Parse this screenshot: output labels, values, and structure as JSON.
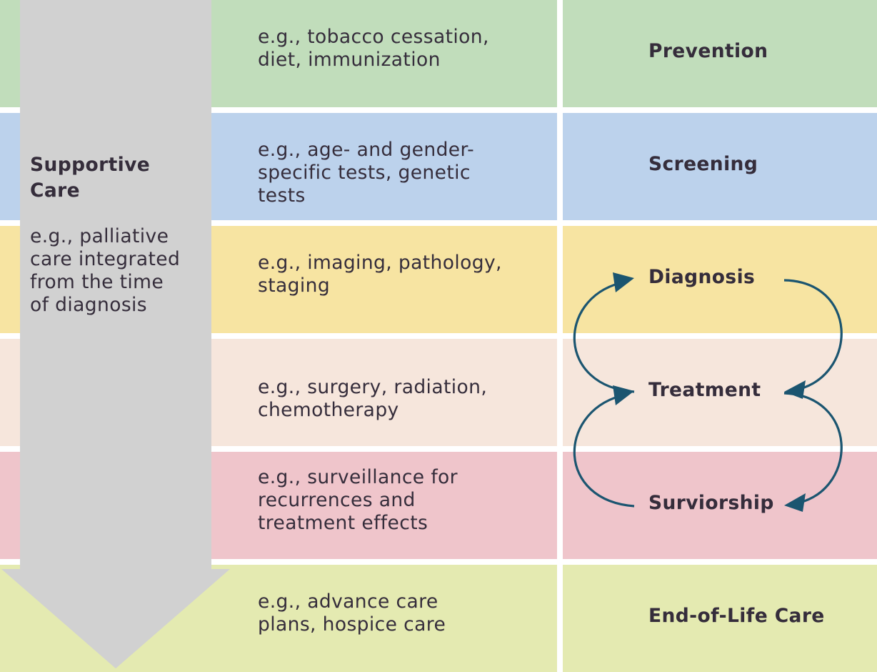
{
  "colors": {
    "prevention": "#c1ddbb",
    "screening": "#bcd2ec",
    "diagnosis": "#f7e4a2",
    "treatment": "#f6e6dc",
    "survivorship": "#efc5cb",
    "end_of_life": "#e4eab1",
    "supportive_arrow": "#d1d1d1",
    "cycle_arrow": "#1b5570",
    "text": "#352d3b"
  },
  "supportive_care": {
    "title": "Supportive\nCare",
    "description": "e.g., palliative\ncare integrated\nfrom the time\nof diagnosis"
  },
  "rows": [
    {
      "stage": "Prevention",
      "examples": "e.g., tobacco cessation,\ndiet, immunization"
    },
    {
      "stage": "Screening",
      "examples": "e.g., age- and gender-\nspecific tests, genetic\ntests"
    },
    {
      "stage": "Diagnosis",
      "examples": "e.g., imaging, pathology,\nstaging"
    },
    {
      "stage": "Treatment",
      "examples": "e.g., surgery, radiation,\nchemotherapy"
    },
    {
      "stage": "Surviorship",
      "examples": "e.g., surveillance for\nrecurrences and\ntreatment effects"
    },
    {
      "stage": "End-of-Life Care",
      "examples": "e.g., advance care\nplans, hospice care"
    }
  ],
  "cycle": {
    "connections": [
      {
        "from": "Diagnosis",
        "to": "Treatment"
      },
      {
        "from": "Treatment",
        "to": "Diagnosis"
      },
      {
        "from": "Treatment",
        "to": "Surviorship"
      },
      {
        "from": "Surviorship",
        "to": "Treatment"
      }
    ]
  }
}
